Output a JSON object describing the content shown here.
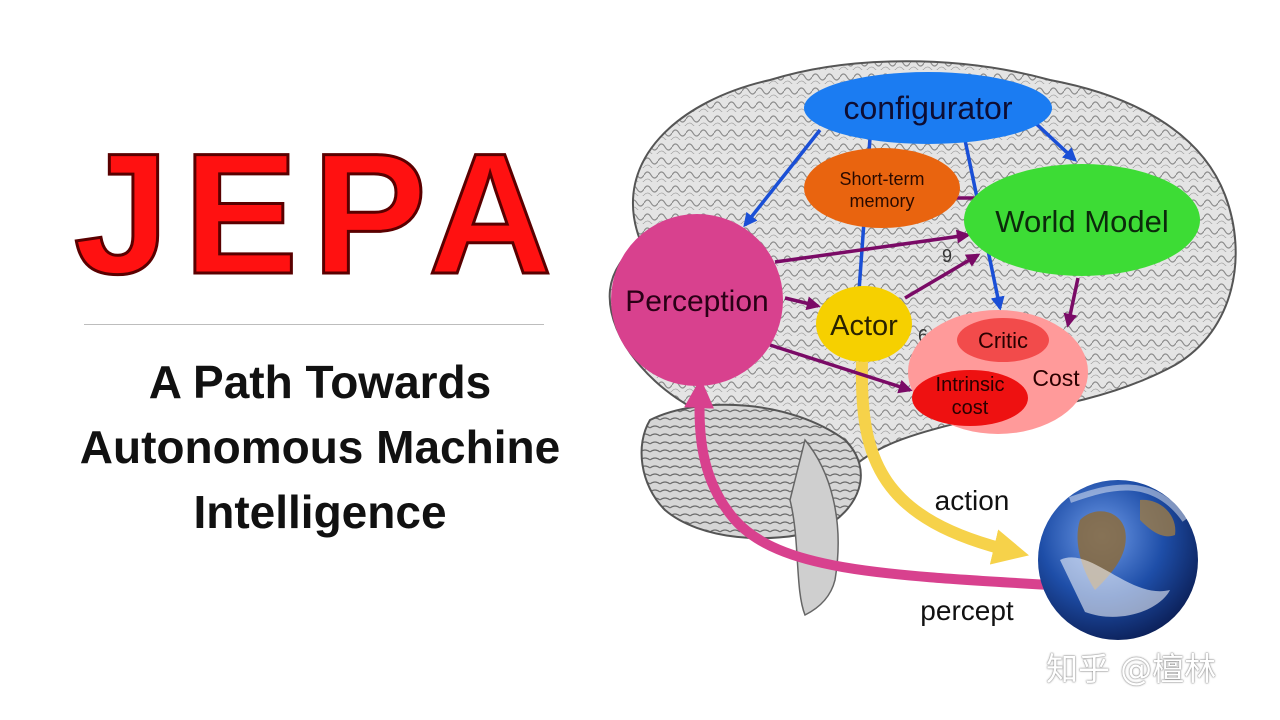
{
  "title": "JEPA",
  "subtitle": {
    "line1": "A Path Towards",
    "line2": "Autonomous Machine",
    "line3": "Intelligence"
  },
  "diagram": {
    "configurator": "configurator",
    "short_term_memory_line1": "Short-term",
    "short_term_memory_line2": "memory",
    "world_model": "World Model",
    "perception": "Perception",
    "actor": "Actor",
    "critic": "Critic",
    "cost": "Cost",
    "intrinsic_cost_line1": "Intrinsic",
    "intrinsic_cost_line2": "cost",
    "action": "action",
    "percept": "percept",
    "brain_marks": [
      "9",
      "6"
    ]
  },
  "watermark": "知乎 @檀林",
  "colors": {
    "title_red": "#ff1111",
    "configurator": "#1b7cf2",
    "memory": "#e9640f",
    "world_model": "#3ddc35",
    "perception": "#d8418e",
    "actor": "#f6d000",
    "cost": "#ff9a9a",
    "critic": "#f24b4b",
    "intrinsic_cost": "#ee1111",
    "blue_arrow": "#1a4fd6",
    "purple_arrow": "#7a0a66",
    "action_arrow": "#f6d24a",
    "percept_arrow": "#d8418e"
  },
  "icons": [
    "brain-illustration",
    "earth-globe-icon"
  ]
}
